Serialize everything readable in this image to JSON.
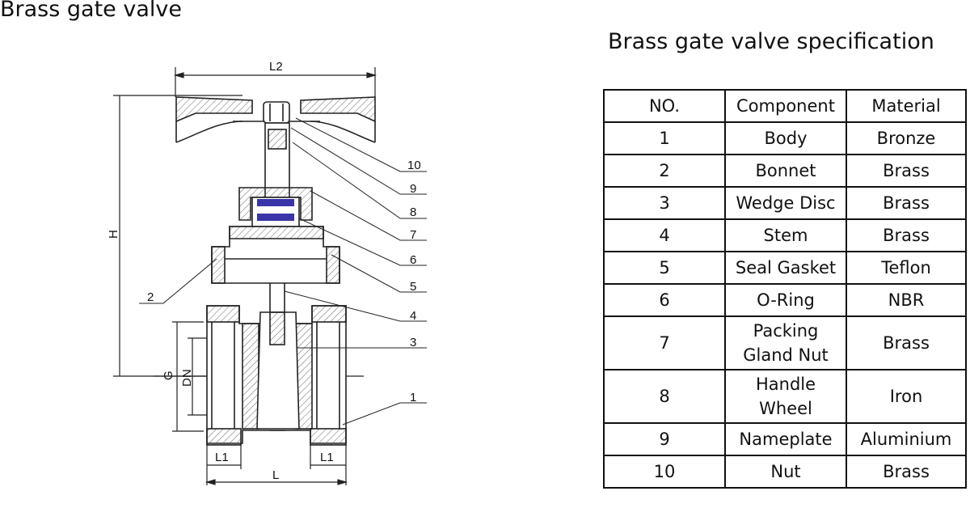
{
  "title": "Brass gate valve",
  "spec_title": "Brass gate valve specification",
  "diagram": {
    "dimension_labels": [
      "L2",
      "H",
      "G",
      "DN",
      "L1",
      "L1",
      "L"
    ],
    "callouts": [
      "10",
      "9",
      "8",
      "7",
      "6",
      "5",
      "4",
      "3",
      "2",
      "1"
    ]
  },
  "table": {
    "headers": [
      "NO.",
      "Component",
      "Material"
    ],
    "rows": [
      {
        "no": "1",
        "component": "Body",
        "material": "Bronze"
      },
      {
        "no": "2",
        "component": "Bonnet",
        "material": "Brass"
      },
      {
        "no": "3",
        "component": "Wedge Disc",
        "material": "Brass"
      },
      {
        "no": "4",
        "component": "Stem",
        "material": "Brass"
      },
      {
        "no": "5",
        "component": "Seal Gasket",
        "material": "Teflon"
      },
      {
        "no": "6",
        "component": "O-Ring",
        "material": "NBR"
      },
      {
        "no": "7",
        "component": "Packing Gland Nut",
        "material": "Brass"
      },
      {
        "no": "8",
        "component": "Handle Wheel",
        "material": "Iron"
      },
      {
        "no": "9",
        "component": "Nameplate",
        "material": "Aluminium"
      },
      {
        "no": "10",
        "component": "Nut",
        "material": "Brass"
      }
    ]
  },
  "colors": {
    "ring": "#3a34a8",
    "line": "#222222",
    "hatch": "#555555"
  }
}
